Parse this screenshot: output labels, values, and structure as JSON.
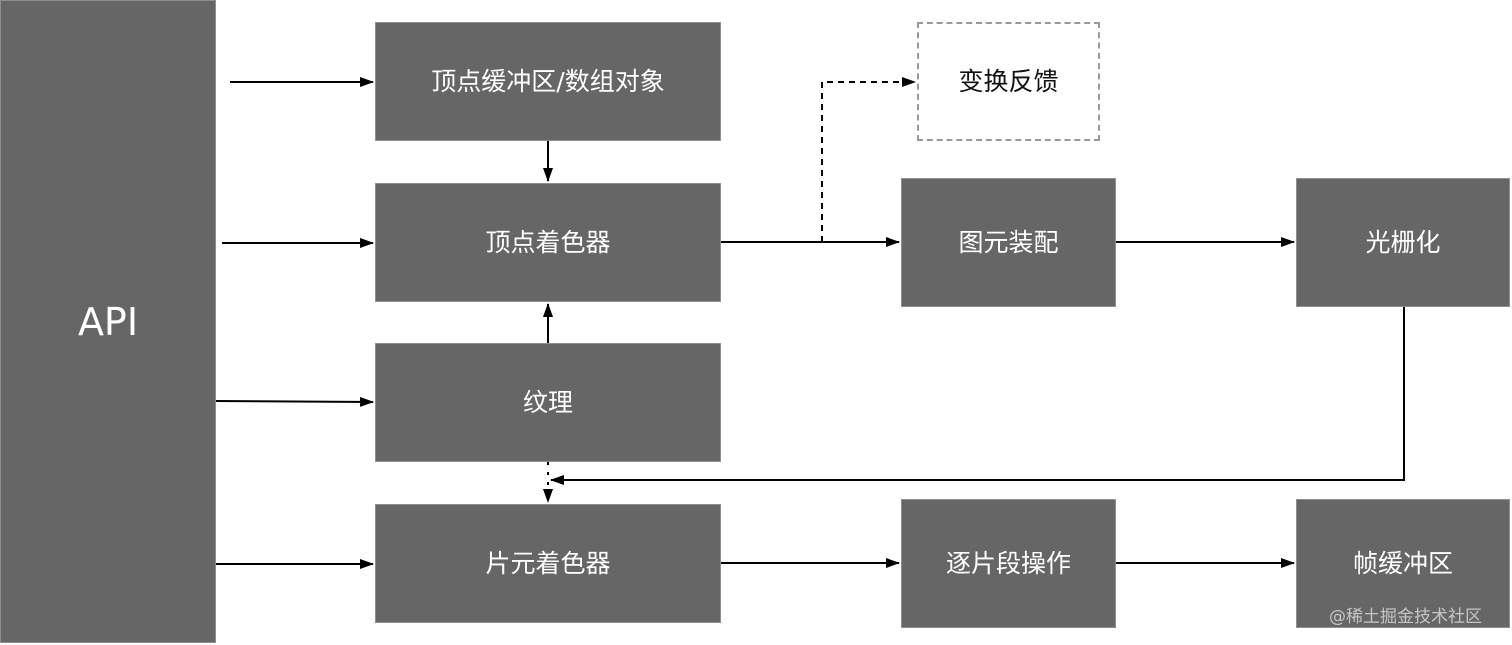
{
  "nodes": {
    "api": "API",
    "vertex_buffer": "顶点缓冲区/数组对象",
    "vertex_shader": "顶点着色器",
    "texture": "纹理",
    "fragment_shader": "片元着色器",
    "transform_feedback": "变换反馈",
    "primitive_assembly": "图元装配",
    "rasterization": "光栅化",
    "per_fragment_ops": "逐片段操作",
    "framebuffer": "帧缓冲区"
  },
  "watermark": "@稀土掘金技术社区",
  "colors": {
    "box_fill": "#666666",
    "box_border": "#8f8f8f",
    "box_text": "#ffffff",
    "arrow": "#000000",
    "dashed_border": "#999999"
  }
}
